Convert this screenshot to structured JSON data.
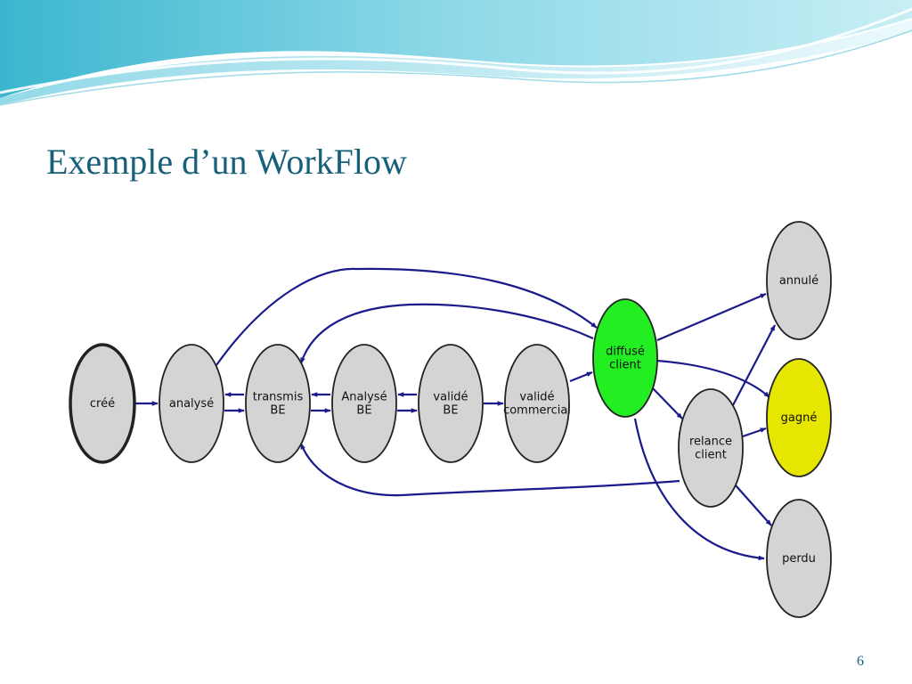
{
  "title": "Exemple d’un WorkFlow",
  "page_number": "6",
  "colors": {
    "title": "#17607a",
    "edge": "#1a1a8c",
    "node_default": "#d4d4d4",
    "node_highlight_green": "#22ee22",
    "node_highlight_yellow": "#e6e600"
  },
  "nodes": {
    "cree": {
      "label": [
        "créé"
      ],
      "fill": "#d4d4d4"
    },
    "analyse": {
      "label": [
        "analysé"
      ],
      "fill": "#d4d4d4"
    },
    "transmis": {
      "label": [
        "transmis",
        "BE"
      ],
      "fill": "#d4d4d4"
    },
    "analysebe": {
      "label": [
        "Analysé",
        "BE"
      ],
      "fill": "#d4d4d4"
    },
    "validebe": {
      "label": [
        "validé",
        "BE"
      ],
      "fill": "#d4d4d4"
    },
    "validecom": {
      "label": [
        "validé",
        "commercial"
      ],
      "fill": "#d4d4d4"
    },
    "diffuse": {
      "label": [
        "diffusé",
        "client"
      ],
      "fill": "#22ee22"
    },
    "relance": {
      "label": [
        "relance",
        "client"
      ],
      "fill": "#d4d4d4"
    },
    "annule": {
      "label": [
        "annulé"
      ],
      "fill": "#d4d4d4"
    },
    "gagne": {
      "label": [
        "gagné"
      ],
      "fill": "#e6e600"
    },
    "perdu": {
      "label": [
        "perdu"
      ],
      "fill": "#d4d4d4"
    }
  },
  "edges": [
    {
      "from": "cree",
      "to": "analyse"
    },
    {
      "from": "analyse",
      "to": "transmis"
    },
    {
      "from": "transmis",
      "to": "analyse"
    },
    {
      "from": "transmis",
      "to": "analysebe"
    },
    {
      "from": "analysebe",
      "to": "transmis"
    },
    {
      "from": "analysebe",
      "to": "validebe"
    },
    {
      "from": "validebe",
      "to": "analysebe"
    },
    {
      "from": "validebe",
      "to": "validecom"
    },
    {
      "from": "validecom",
      "to": "diffuse"
    },
    {
      "from": "analyse",
      "to": "diffuse"
    },
    {
      "from": "diffuse",
      "to": "transmis"
    },
    {
      "from": "relance",
      "to": "transmis"
    },
    {
      "from": "diffuse",
      "to": "annule"
    },
    {
      "from": "diffuse",
      "to": "gagne"
    },
    {
      "from": "diffuse",
      "to": "relance"
    },
    {
      "from": "diffuse",
      "to": "perdu"
    },
    {
      "from": "relance",
      "to": "annule"
    },
    {
      "from": "relance",
      "to": "gagne"
    },
    {
      "from": "relance",
      "to": "perdu"
    }
  ]
}
